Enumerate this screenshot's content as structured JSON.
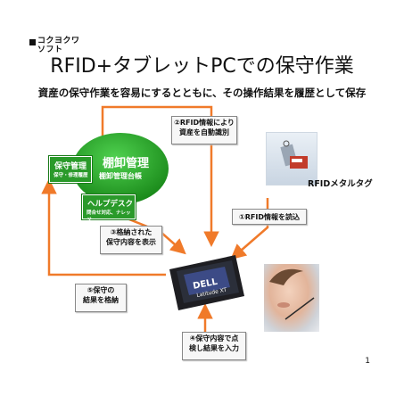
{
  "logo": {
    "line1": "コクヨクワ",
    "line2": "ソフト"
  },
  "title": "RFID+タブレットPCでの保守作業",
  "subtitle": "資産の保守作業を容易にするとともに、その操作結果を履歴として保存",
  "ellipse": {
    "title": "棚卸管理",
    "subtitle": "棚卸管理台帳"
  },
  "hoshu_box": {
    "line1": "保守管理",
    "line2": "保守・修理履歴"
  },
  "helpdesk_box": {
    "line1": "ヘルプデスク",
    "line2": "問合せ対応、ナレッジ"
  },
  "steps": {
    "s1": "①RFID情報を読込",
    "s2_line1": "②RFID情報により",
    "s2_line2": "資産を自動識別",
    "s3_line1": "③格納された",
    "s3_line2": "保守内容を表示",
    "s4_line1": "④保守内容で点",
    "s4_line2": "検し結果を入力",
    "s5_line1": "⑤保守の",
    "s5_line2": "結果を格納"
  },
  "rfid_tag": {
    "label": "RFIDメタルタグ"
  },
  "tablet": {
    "brand": "DELL",
    "model": "Latitude XT"
  },
  "page_number": "1",
  "colors": {
    "green_dark": "#1a8a1a",
    "green_light": "#3fbf3f",
    "arrow_orange": "#f07a2a",
    "box_fill": "#f7f7f7",
    "box_border": "#888888"
  }
}
